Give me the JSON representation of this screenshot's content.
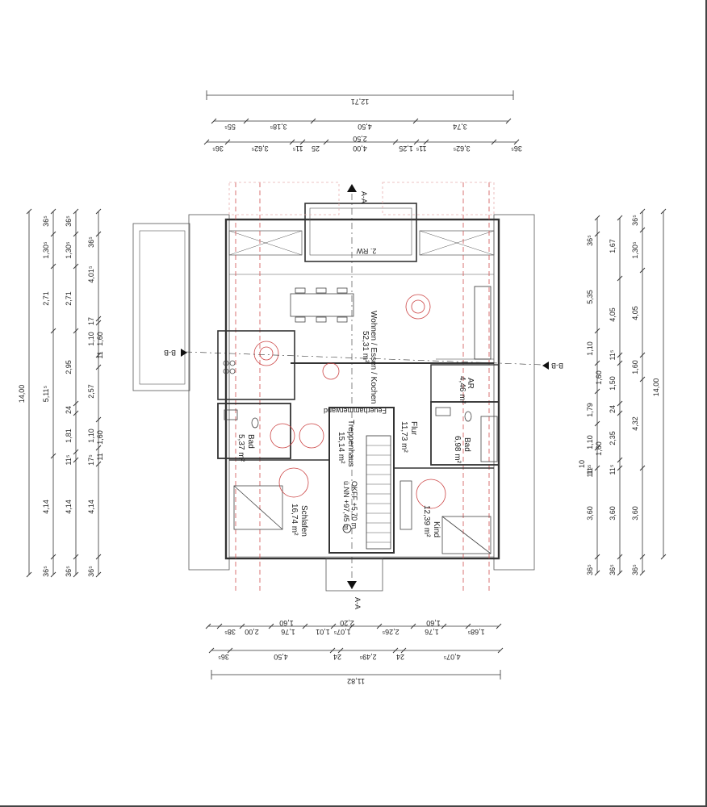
{
  "rooms": {
    "wohnen_name": "Wohnen / Essen / Kochen",
    "wohnen_area": "52,31 m²",
    "ar_name": "AR",
    "ar_area": "4,46 m²",
    "flur_name": "Flur",
    "flur_area": "11,73 m²",
    "bad_left_name": "Bad",
    "bad_left_area": "5,37 m²",
    "bad_right_name": "Bad",
    "bad_right_area": "6,98 m²",
    "treppenhaus_name": "Treppenhaus",
    "treppenhaus_area": "15,14 m²",
    "schlafen_name": "Schlafen",
    "schlafen_area": "16,74 m²",
    "kind_name": "Kind",
    "kind_area": "12,39 m²",
    "okff": "OKFF +5,70 m",
    "unn": "ü.NN +97,45 m",
    "rw": "2. RW",
    "feuerhammer": "Feuerhammerwand"
  },
  "sections": {
    "aa": "A-A",
    "bb": "B-B"
  },
  "dims_top": {
    "row1": [
      "12,71"
    ],
    "row2": [
      "55⁵",
      "3,18⁵",
      "4,50",
      "3,74"
    ],
    "row3": [
      "36⁵",
      "3,62⁵",
      "11⁵",
      "25",
      "2,50",
      "4,00",
      "1,25",
      "11⁵",
      "3,62⁵",
      "36⁵"
    ]
  },
  "dims_bottom": {
    "row1": [
      "38⁵",
      "2,00",
      "1,76",
      "1,60",
      "1,01",
      "1,07⁵",
      "2,20",
      "2,26⁵",
      "1,76",
      "1,60",
      "1,68⁵"
    ],
    "row2": [
      "36⁵",
      "4,50",
      "24",
      "2,49⁵",
      "24",
      "4,07⁵"
    ],
    "row3": [
      "11,82"
    ]
  },
  "dims_left": {
    "total": "14,00",
    "col1": [
      "36⁵",
      "1,30⁵",
      "2,71",
      "5,11⁵",
      "4,14",
      "36⁵"
    ],
    "col2": [
      "36⁵",
      "1,30⁵",
      "2,71",
      "2,95",
      "24",
      "1,81",
      "11⁵",
      "4,14",
      "36⁵"
    ],
    "col3": [
      "36⁵",
      "4,01⁵",
      "17",
      "1,10",
      "1,60",
      "11",
      "2,57",
      "1,10",
      "1,60",
      "11",
      "17⁵",
      "4,14",
      "36⁵"
    ]
  },
  "dims_right": {
    "total": "14,00",
    "col1": [
      "36⁵",
      "5,35",
      "1,10",
      "1,60",
      "1,79",
      "1,10",
      "1,60",
      "11⁵",
      "3,60",
      "36⁵"
    ],
    "col2": [
      "1,67",
      "4,05",
      "11⁵",
      "1,50",
      "24",
      "2,35",
      "11⁵",
      "3,60",
      "36⁵"
    ],
    "col3": [
      "36⁵",
      "1,30⁵",
      "4,05",
      "1,60",
      "4,32",
      "3,60",
      "36⁵"
    ],
    "extra": [
      "10",
      "11⁵"
    ]
  }
}
